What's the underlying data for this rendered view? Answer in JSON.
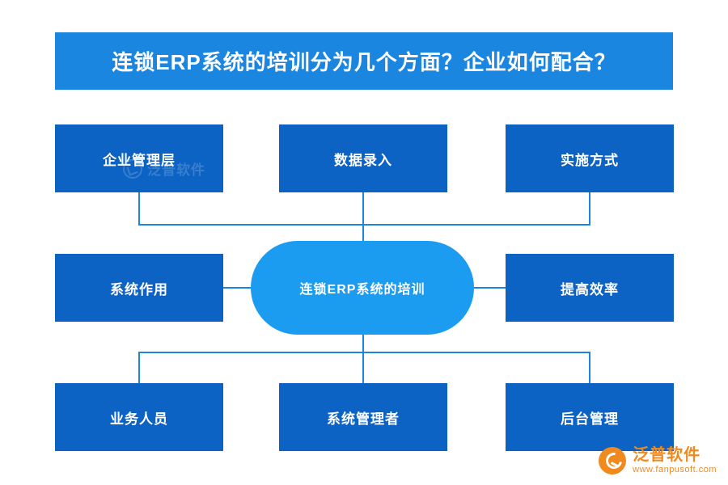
{
  "title": {
    "text": "连锁ERP系统的培训分为几个方面？企业如何配合？"
  },
  "diagram": {
    "center": {
      "label": "连锁ERP系统的培训"
    },
    "top_row": [
      {
        "label": "企业管理层"
      },
      {
        "label": "数据录入"
      },
      {
        "label": "实施方式"
      }
    ],
    "middle_row": [
      {
        "label": "系统作用"
      },
      {
        "label": "提高效率"
      }
    ],
    "bottom_row": [
      {
        "label": "业务人员"
      },
      {
        "label": "系统管理者"
      },
      {
        "label": "后台管理"
      }
    ]
  },
  "watermark": {
    "text": "泛普软件"
  },
  "brand": {
    "name": "泛普软件",
    "url": "www.fanpusoft.com"
  },
  "colors": {
    "banner": "#1b86e0",
    "box": "#0c63c4",
    "center": "#1b9cf0",
    "line": "#1b86e0",
    "brand": "#f08a1e",
    "background": "#ffffff"
  }
}
